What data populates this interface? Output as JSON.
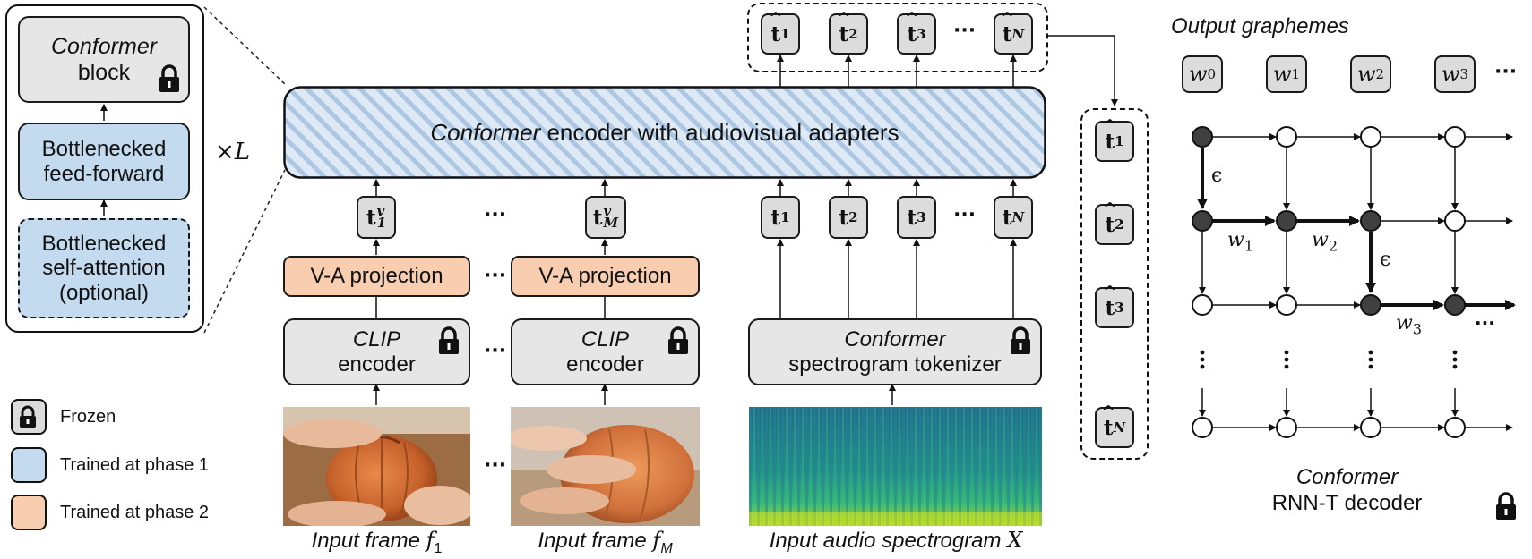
{
  "detail_panel": {
    "conformer_block": {
      "italic": "Conformer",
      "rest": "block"
    },
    "feed_forward": {
      "line1": "Bottlenecked",
      "line2": "feed-forward"
    },
    "self_attention": {
      "line1": "Bottlenecked",
      "line2": "self-attention",
      "line3": "(optional)"
    },
    "repeat_label": "×L"
  },
  "legend": [
    {
      "label": "Frozen",
      "color": "#dcdcdc",
      "icon": "lock-icon"
    },
    {
      "label": "Trained at phase 1",
      "color": "#c4dbef"
    },
    {
      "label": "Trained at phase 2",
      "color": "#f8cdb0"
    }
  ],
  "encoder": {
    "italic": "Conformer",
    "rest": " encoder with audiovisual adapters"
  },
  "projection_label": "V-A projection",
  "clip_encoder": {
    "italic": "CLIP",
    "rest": "encoder"
  },
  "spectrogram_tokenizer": {
    "italic": "Conformer",
    "rest": "spectrogram tokenizer"
  },
  "input_labels": {
    "frame_first": {
      "text": "Input frame ",
      "var": "f",
      "sub": "1"
    },
    "frame_last": {
      "text": "Input frame ",
      "var": "f",
      "sub": "M"
    },
    "audio": {
      "text": "Input audio spectrogram ",
      "var": "X"
    }
  },
  "visual_tokens": [
    {
      "base": "t",
      "sup": "v",
      "sub": "1"
    },
    {
      "base": "t",
      "sup": "v",
      "sub": "M"
    }
  ],
  "audio_tokens": [
    {
      "base": "t",
      "sub": "1"
    },
    {
      "base": "t",
      "sub": "2"
    },
    {
      "base": "t",
      "sub": "3"
    },
    {
      "base": "t",
      "sub": "N"
    }
  ],
  "output_tokens": [
    {
      "base": "t",
      "sub": "1"
    },
    {
      "base": "t",
      "sub": "2"
    },
    {
      "base": "t",
      "sub": "3"
    },
    {
      "base": "t",
      "sub": "N"
    }
  ],
  "ellipsis": "···",
  "decoder": {
    "title": "Output graphemes",
    "graphemes": [
      {
        "var": "w",
        "sub": "0"
      },
      {
        "var": "w",
        "sub": "1"
      },
      {
        "var": "w",
        "sub": "2"
      },
      {
        "var": "w",
        "sub": "3"
      }
    ],
    "label_italic": "Conformer",
    "label_rest": "RNN-T decoder",
    "path_labels": [
      "ϵ",
      "w1",
      "w2",
      "ϵ",
      "w3"
    ]
  },
  "colors": {
    "frozen": "#dcdcdc",
    "phase1": "#c4dbef",
    "phase2": "#f8cdb0",
    "encoder_stripe": "#a9c3e0",
    "node_filled": "#404040"
  }
}
